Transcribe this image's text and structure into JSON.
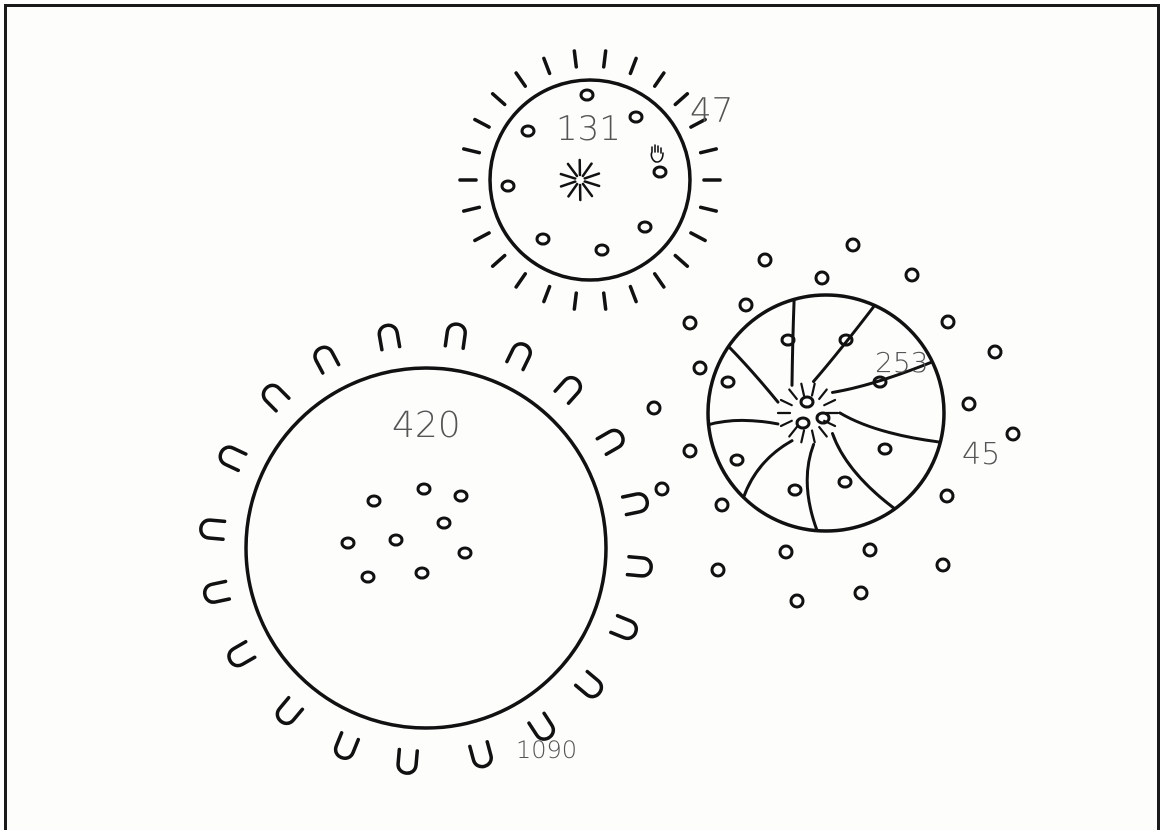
{
  "labels": {
    "small_virus_count": "131",
    "small_virus_spikes": "47",
    "large_virus_count": "420",
    "large_virus_spikes": "1090",
    "striped_virus_count": "253",
    "striped_virus_dots": "45"
  },
  "cursor_icon": "hand-grab-icon",
  "ink_color": "#111111",
  "label_color": "#555555"
}
